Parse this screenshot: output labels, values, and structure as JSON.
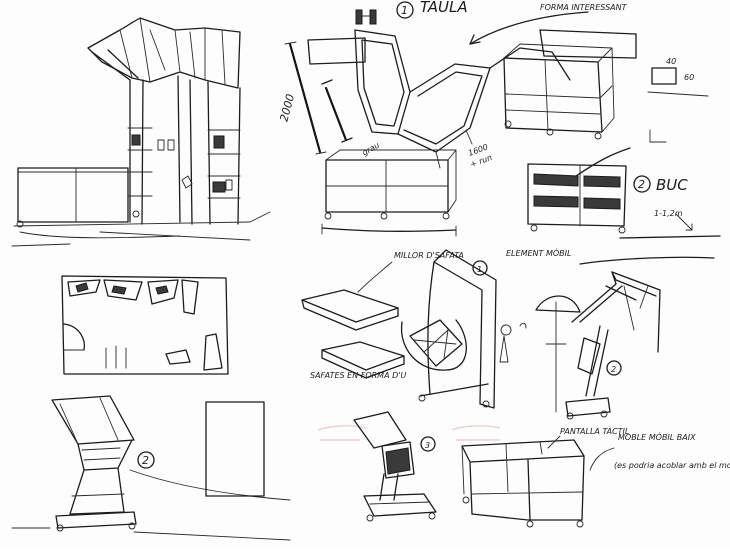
{
  "labels": {
    "tauja": "TAULA",
    "forma_interessant": "FORMA INTERESSANT",
    "buc": "BUC",
    "element_mobil": "ELEMENT MÒBIL",
    "millor_d_safata": "MILLOR D'SAFATA",
    "safates_forma_u": "SAFATES EN FORMA D'U",
    "pantalla_tactil": "PANTALLA TÀCTIL",
    "moble_mobil_baix": "MOBLE MÒBIL BAIX",
    "moble_note": "(es podria acoblar amb el moble mòbil alt)",
    "dim_1600": "1600",
    "dim_1600_sub": "+ run",
    "dim_2000": "2000",
    "dim_scale": "1-1,2m",
    "dim_40_a": "40",
    "dim_40_b": "60",
    "num_1a": "1",
    "num_2a": "2",
    "num_1b": "1",
    "num_2b": "2",
    "num_2c": "2",
    "num_3": "3"
  }
}
